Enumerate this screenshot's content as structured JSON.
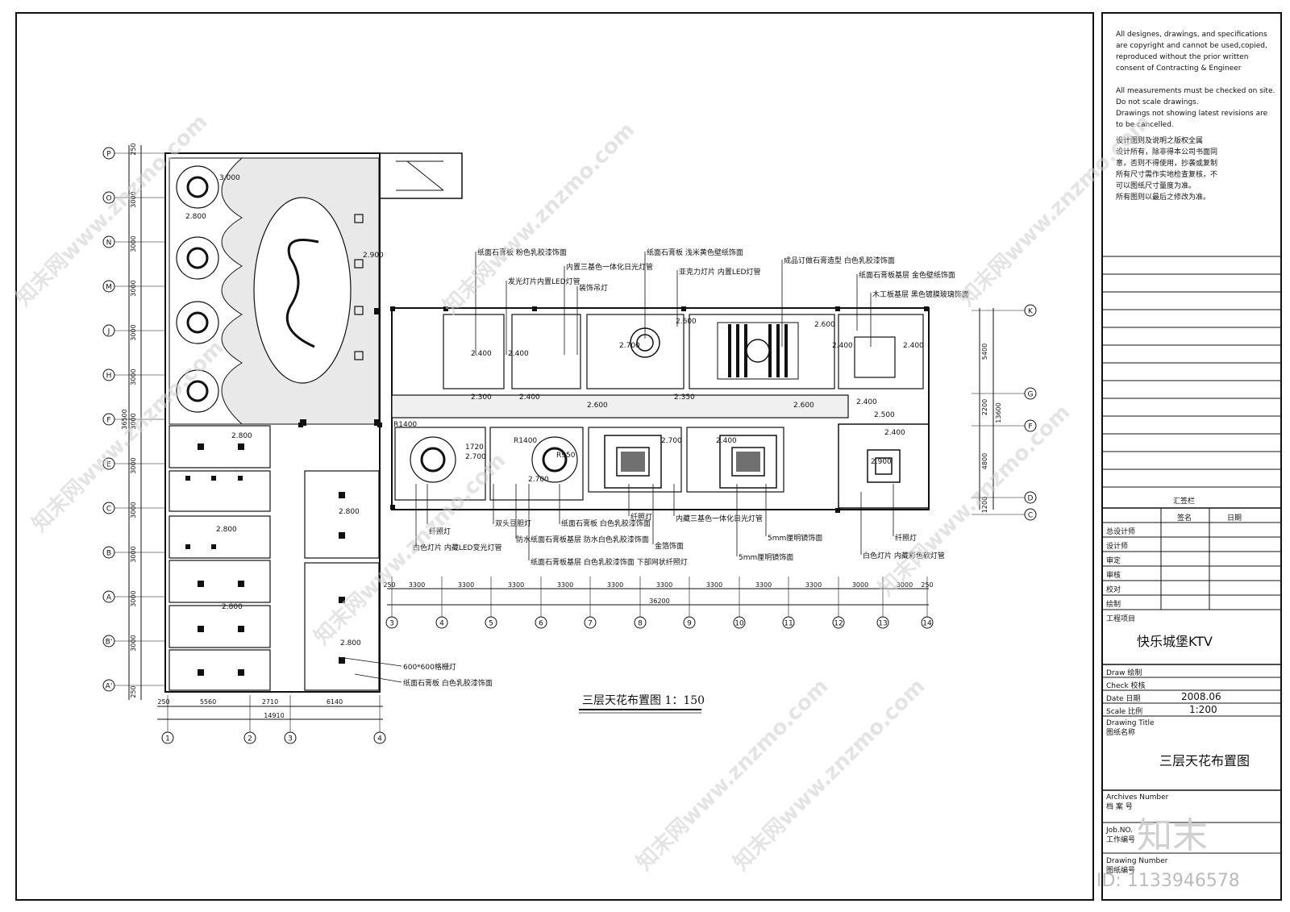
{
  "notes": {
    "en_1": "All designes, drawings, and specifications\nare copyright and cannot be used,copied,\nreproduced without the prior written\nconsent of     Contracting & Engineer",
    "en_2": "All measurements must be checked on site.\nDo not scale drawings.\nDrawings not showing latest revisions are\nto be cancelled.",
    "cn": "设计图则及说明之版权全属\n设计所有，除非得本公司书面同\n意，否则不得使用，抄袭或复制\n所有尺寸需作实地检查复核，不\n可以图纸尺寸量度为准。\n所有图则以最后之修改为准。"
  },
  "title_block": {
    "sign_header": "汇签栏",
    "col_sign": "签名",
    "col_date": "日期",
    "roles": [
      "总设计师",
      "设计师",
      "审定",
      "审核",
      "校对",
      "绘制"
    ],
    "project_label": "工程项目",
    "project_name": "快乐城堡KTV",
    "draw_label": "Draw  绘制",
    "check_label": "Check  校核",
    "date_label": "Date  日期",
    "date_value": "2008.06",
    "scale_label": "Scale  比例",
    "scale_value": "1:200",
    "title_label": "Drawing Title\n图纸名称",
    "title_value": "三层天花布置图",
    "archives_label": "Archives Number\n档 案 号",
    "job_label": "Job.NO.\n工作编号",
    "drawing_number_label": "Drawing Number\n图纸编号",
    "id_text": "ID: 1133946578"
  },
  "drawing_title": "三层天花布置图  1：150",
  "grid": {
    "left_rows": [
      "P",
      "O",
      "N",
      "M",
      "J",
      "H",
      "F",
      "E",
      "C",
      "B",
      "A",
      "B'",
      "A'"
    ],
    "left_dims": [
      "3000",
      "3000",
      "3000",
      "3000",
      "3000",
      "3000",
      "3000",
      "3000",
      "3000",
      "3000",
      "3000"
    ],
    "left_total": "36500",
    "left_top": "250",
    "left_bottom": "250",
    "bottom_cols_left": [
      "1",
      "2",
      "3",
      "4"
    ],
    "bottom_dims_left": [
      "250",
      "5560",
      "2710",
      "6140"
    ],
    "bottom_total_left": "14910",
    "right_rows": [
      "K",
      "G",
      "F",
      "D",
      "C"
    ],
    "right_dims": [
      "5400",
      "2200",
      "4800",
      "1200"
    ],
    "right_total": "13600",
    "bottom_cols_right": [
      "3",
      "4",
      "5",
      "6",
      "7",
      "8",
      "9",
      "10",
      "11",
      "12",
      "13",
      "14"
    ],
    "bottom_dims_right": [
      "250",
      "3300",
      "3300",
      "3300",
      "3300",
      "3300",
      "3300",
      "3300",
      "3300",
      "3300",
      "3000",
      "3000",
      "250"
    ],
    "bottom_total_right": "36200"
  },
  "levels": [
    "2.800",
    "3.000",
    "2.900",
    "2.800",
    "2.800",
    "2.800",
    "2.800",
    "2.800",
    "2.400",
    "2.400",
    "2.600",
    "2.400",
    "2.400",
    "2.600",
    "2.300",
    "2.400",
    "2.600",
    "2.350",
    "2.600",
    "2.400",
    "2.500",
    "2.400",
    "2.700",
    "2.700",
    "2.700",
    "2.400",
    "2.900",
    "2.700"
  ],
  "radii": [
    "R1400",
    "R1400",
    "1720",
    "R950"
  ],
  "callouts_top": [
    "纸面石膏板  粉色乳胶漆饰面",
    "发光灯片内置LED灯管",
    "内置三基色一体化日光灯管",
    "装饰吊灯",
    "纸面石膏板  浅米黄色壁纸饰面",
    "亚克力灯片  内置LED灯管",
    "成品订做石膏造型  白色乳胶漆饰面",
    "纸面石膏板基层  金色壁纸饰面",
    "木工板基层  黑色镀膜玻璃饰面"
  ],
  "callouts_bottom": [
    "纤照灯",
    "白色灯片  内藏LED变光灯管",
    "双头豆胆灯",
    "防水纸面石膏板基层  防水白色乳胶漆饰面",
    "纸面石膏板基层  白色乳胶漆饰面  下部网状纤照灯",
    "纸面石膏板  白色乳胶漆饰面",
    "纤照灯",
    "金箔饰面",
    "内藏三基色一体化日光灯管",
    "5mm厘明镜饰面",
    "5mm厘明镜饰面",
    "纤照灯",
    "白色灯片  内藏彩色软灯管"
  ],
  "callouts_left": [
    "600*600格栅灯",
    "纸面石膏板  白色乳胶漆饰面"
  ],
  "watermark": "知末网www.znzmo.com",
  "logo_text": "知末"
}
